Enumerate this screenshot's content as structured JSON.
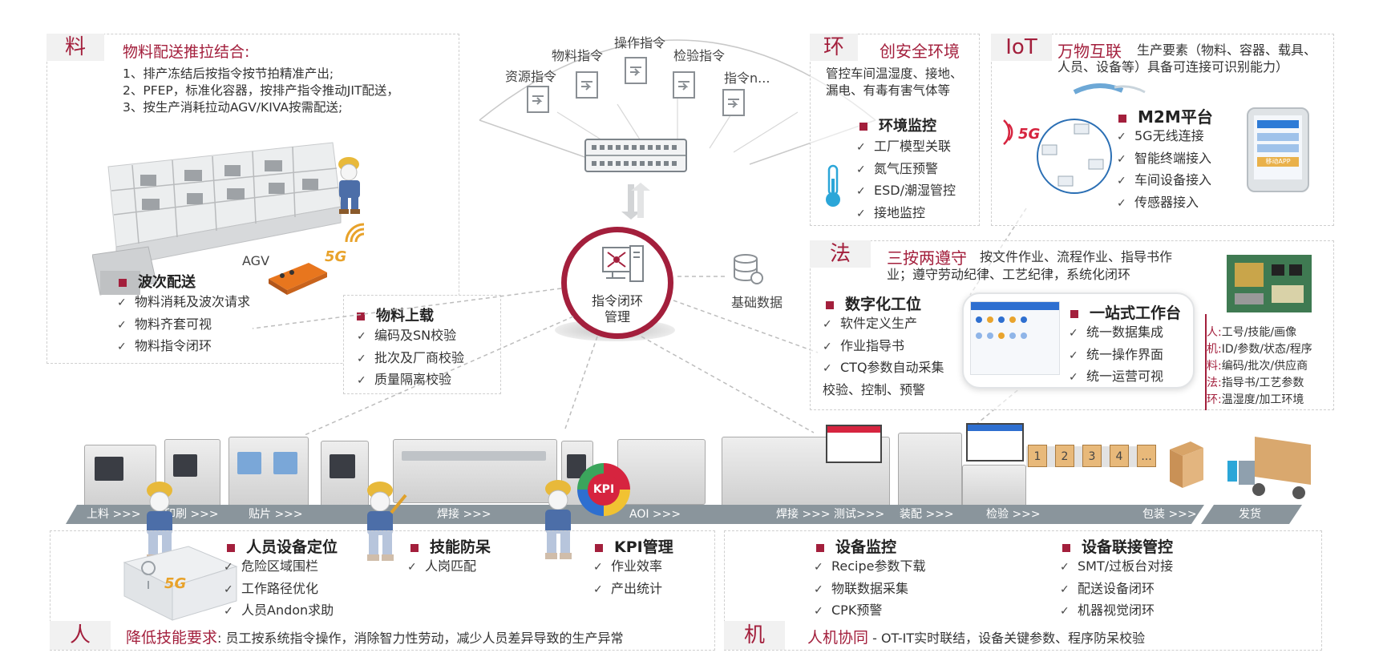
{
  "material": {
    "tag": "料",
    "title": "物料配送推拉结合:",
    "lines": [
      "1、排产冻结后按指令按节拍精准产出;",
      "2、PFEP，标准化容器，按排产指令推动JIT配送，",
      "3、按生产消耗拉动AGV/KIVA按需配送;"
    ],
    "agv_label": "AGV",
    "fiveg": "5G",
    "wave": {
      "head": "波次配送",
      "items": [
        "物料消耗及波次请求",
        "物料齐套可视",
        "物料指令闭环"
      ]
    },
    "loading": {
      "head": "物料上载",
      "items": [
        "编码及SN校验",
        "批次及厂商校验",
        "质量隔离校验"
      ]
    }
  },
  "center": {
    "commands": [
      "资源指令",
      "物料指令",
      "操作指令",
      "检验指令",
      "指令n..."
    ],
    "hub_line1": "指令闭环",
    "hub_line2": "管理",
    "base_data": "基础数据"
  },
  "env": {
    "tag": "环",
    "title": "创安全环境",
    "desc1": "管控车间温湿度、接地、",
    "desc2": "漏电、有毒有害气体等",
    "monitor": {
      "head": "环境监控",
      "items": [
        "工厂模型关联",
        "氮气压预警",
        "ESD/潮湿管控",
        "接地监控"
      ]
    }
  },
  "iot": {
    "tag": "IoT",
    "title": "万物互联",
    "desc1": "生产要素（物料、容器、载具、",
    "desc2": "人员、设备等）具备可连接可识别能力）",
    "fiveg": "5G",
    "m2m": {
      "head": "M2M平台",
      "items": [
        "5G无线连接",
        "智能终端接入",
        "车间设备接入",
        "传感器接入"
      ]
    },
    "phone_app": "移动APP"
  },
  "method": {
    "tag": "法",
    "title": "三按两遵守",
    "desc1": "按文件作业、流程作业、指导书作",
    "desc2": "业；遵守劳动纪律、工艺纪律，系统化闭环",
    "digital": {
      "head": "数字化工位",
      "items": [
        "软件定义生产",
        "作业指导书",
        "CTQ参数自动采集"
      ],
      "tail": "校验、控制、预警"
    },
    "workbench": {
      "head": "一站式工作台",
      "items": [
        "统一数据集成",
        "统一操作界面",
        "统一运营可视"
      ]
    },
    "legend": [
      {
        "key": "人:",
        "val": "工号/技能/画像"
      },
      {
        "key": "机:",
        "val": "ID/参数/状态/程序"
      },
      {
        "key": "料:",
        "val": "编码/批次/供应商"
      },
      {
        "key": "法:",
        "val": "指导书/工艺参数"
      },
      {
        "key": "环:",
        "val": "温湿度/加工环境"
      }
    ]
  },
  "line": {
    "stages": [
      "上料 >>>",
      "印刷 >>>",
      "贴片 >>>",
      "焊接 >>>",
      "AOI >>>",
      "焊接 >>>",
      "测试>>>",
      "装配 >>>",
      "检验 >>>",
      "包装 >>>",
      "发货"
    ],
    "boxes": [
      "1",
      "2",
      "3",
      "4",
      "..."
    ],
    "kpi": "KPI"
  },
  "people": {
    "tag": "人",
    "title": "降低技能要求",
    "desc": ": 员工按系统指令操作，消除智力性劳动，减少人员差异导致的生产异常",
    "fiveg": "5G",
    "locate": {
      "head": "人员设备定位",
      "items": [
        "危险区域围栏",
        "工作路径优化",
        "人员Andon求助"
      ]
    },
    "skill": {
      "head": "技能防呆",
      "items": [
        "人岗匹配"
      ]
    },
    "kpi": {
      "head": "KPI管理",
      "items": [
        "作业效率",
        "产出统计"
      ]
    }
  },
  "machine": {
    "tag": "机",
    "title": "人机协同",
    "desc": " - OT-IT实时联结，设备关键参数、程序防呆校验",
    "monitor": {
      "head": "设备监控",
      "items": [
        "Recipe参数下载",
        "物联数据采集",
        "CPK预警"
      ]
    },
    "link": {
      "head": "设备联接管控",
      "items": [
        "SMT/过板台对接",
        "配送设备闭环",
        "机器视觉闭环"
      ]
    }
  },
  "check_mark": "✓",
  "colors": {
    "accent": "#a31f3c",
    "belt": "#8a959c"
  }
}
